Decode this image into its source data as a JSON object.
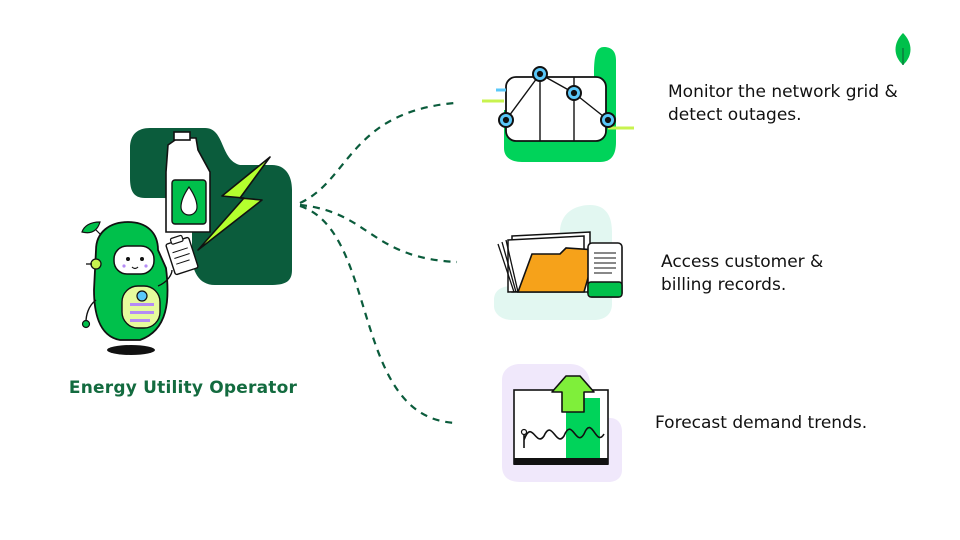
{
  "operator": {
    "title": "Energy Utility Operator"
  },
  "capabilities": [
    {
      "text": "Monitor the network grid & detect outages.",
      "icon": "network-grid-icon"
    },
    {
      "text": "Access customer & billing records.",
      "icon": "folder-records-icon"
    },
    {
      "text": "Forecast demand trends.",
      "icon": "demand-chart-icon"
    }
  ],
  "colors": {
    "brand_dark_green": "#0b5c3c",
    "bright_green": "#00d35a",
    "lime": "#a5f04a",
    "title_green": "#136b3f",
    "orange": "#f6a21a",
    "mint_bg": "#e2f7f1",
    "lavender_bg": "#f0e8fb"
  }
}
